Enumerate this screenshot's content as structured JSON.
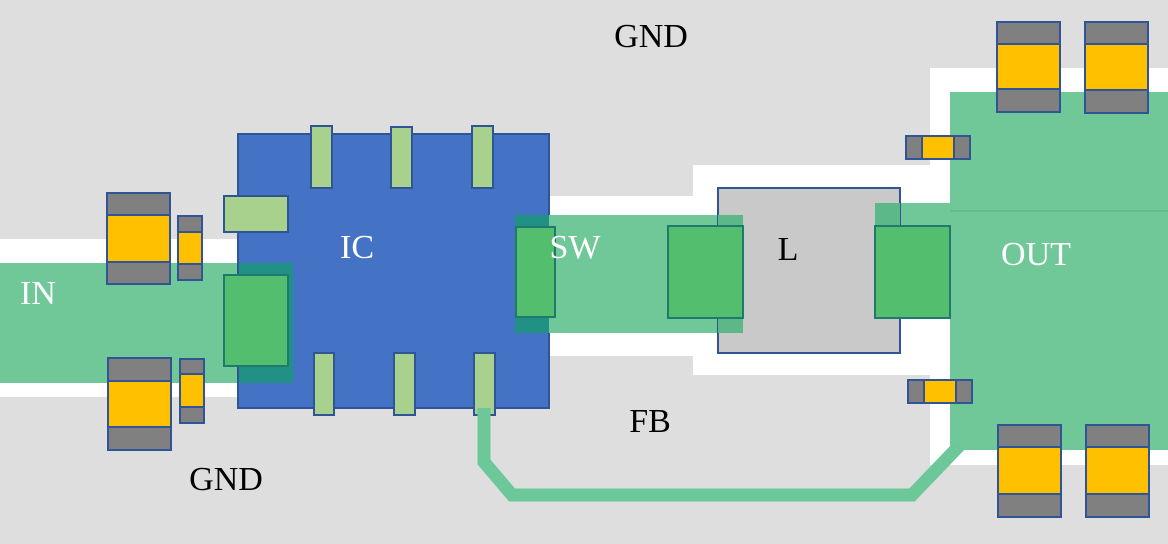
{
  "labels": {
    "gnd_top": "GND",
    "gnd_bottom": "GND",
    "in": "IN",
    "ic": "IC",
    "sw": "SW",
    "l": "L",
    "out": "OUT",
    "fb": "FB"
  },
  "colors": {
    "background": "#dedede",
    "clearance": "#ffffff",
    "copper": "#70c898",
    "pad": "#52be6e",
    "overlap": "#219085",
    "ic_body": "#4472c4",
    "ic_pin": "#a9d18e",
    "inductor_body": "#c9c9c9",
    "cap_body": "#ffc000",
    "cap_terminal": "#808080",
    "outline": "#2f5597"
  }
}
